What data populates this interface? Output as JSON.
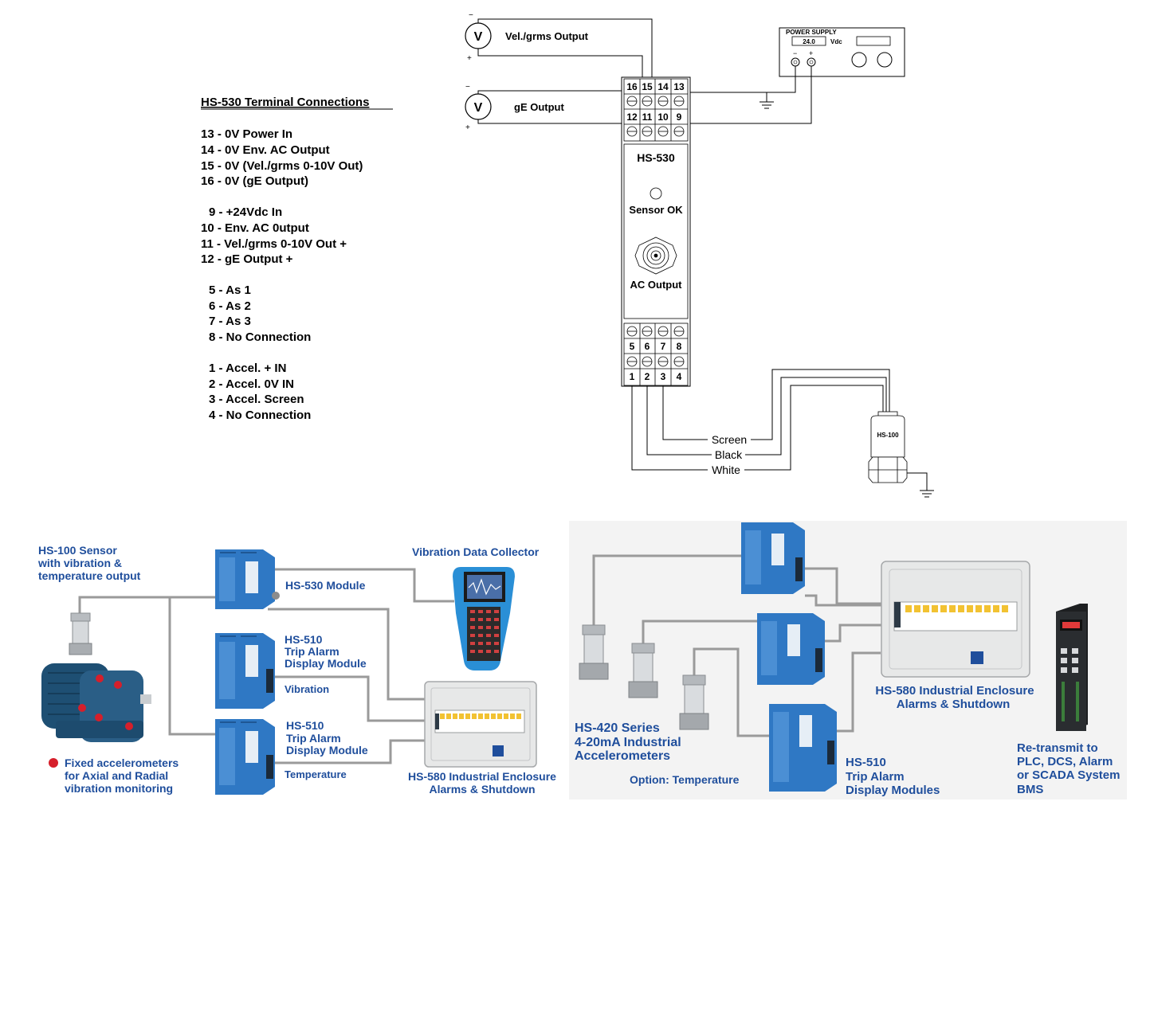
{
  "voltmeter_symbol": "V",
  "voltmeters": {
    "vel_label": "Vel./grms Output",
    "ge_label": "gE Output",
    "minus": "−",
    "plus": "+"
  },
  "power_supply": {
    "title": "POWER SUPPLY",
    "voltage": "24.0",
    "unit": "Vdc",
    "minus": "−",
    "plus": "+"
  },
  "module": {
    "name": "HS-530",
    "led_label": "Sensor OK",
    "bnc_label": "AC Output",
    "terminals_top_row1": [
      "16",
      "15",
      "14",
      "13"
    ],
    "terminals_top_row2": [
      "12",
      "11",
      "10",
      "9"
    ],
    "terminals_bottom_row1": [
      "5",
      "6",
      "7",
      "8"
    ],
    "terminals_bottom_row2": [
      "1",
      "2",
      "3",
      "4"
    ]
  },
  "cable": {
    "screen": "Screen",
    "black": "Black",
    "white": "White"
  },
  "sensor_label": "HS-100",
  "terminal_list": {
    "title": "HS-530 Terminal Connections",
    "lines": [
      "13 - 0V Power In",
      "14 - 0V Env. AC Output",
      "15 - 0V (Vel./grms 0-10V Out)",
      "16 - 0V (gE Output)",
      "9 - +24Vdc  In",
      "10 - Env. AC 0utput",
      "11 - Vel./grms 0-10V Out +",
      "12 - gE Output +",
      "5 - As 1",
      "6 - As 2",
      "7 - As 3",
      "8 - No Connection",
      "1 - Accel. + IN",
      "2 - Accel. 0V IN",
      "3 - Accel. Screen",
      "4 - No Connection"
    ]
  },
  "left_system": {
    "sensor_title": [
      "HS-100 Sensor",
      "with vibration &",
      "temperature output"
    ],
    "module_530": "HS-530 Module",
    "collector": "Vibration Data Collector",
    "hs510_a": [
      "HS-510",
      "Trip Alarm",
      "Display Module"
    ],
    "vibration": "Vibration",
    "hs510_b": [
      "HS-510",
      "Trip Alarm",
      "Display Module"
    ],
    "temperature": "Temperature",
    "enclosure": [
      "HS-580 Industrial Enclosure",
      "Alarms & Shutdown"
    ],
    "fixed_note": [
      "Fixed accelerometers",
      "for Axial and Radial",
      "vibration monitoring"
    ]
  },
  "right_system": {
    "enclosure": [
      "HS-580 Industrial Enclosure",
      "Alarms & Shutdown"
    ],
    "accels": [
      "HS-420 Series",
      "4-20mA Industrial",
      "Accelerometers"
    ],
    "option": "Option: Temperature",
    "hs510": [
      "HS-510",
      "Trip Alarm",
      "Display Modules"
    ],
    "retransmit": [
      "Re-transmit to",
      "PLC, DCS, Alarm",
      "or SCADA System",
      "BMS"
    ]
  },
  "colors": {
    "blue_text": "#1f4e9c",
    "module_blue": "#2f78c4",
    "red_dot": "#d61f2b",
    "wire_gray": "#9a9a9a",
    "panel_bg": "#f3f3f3"
  }
}
